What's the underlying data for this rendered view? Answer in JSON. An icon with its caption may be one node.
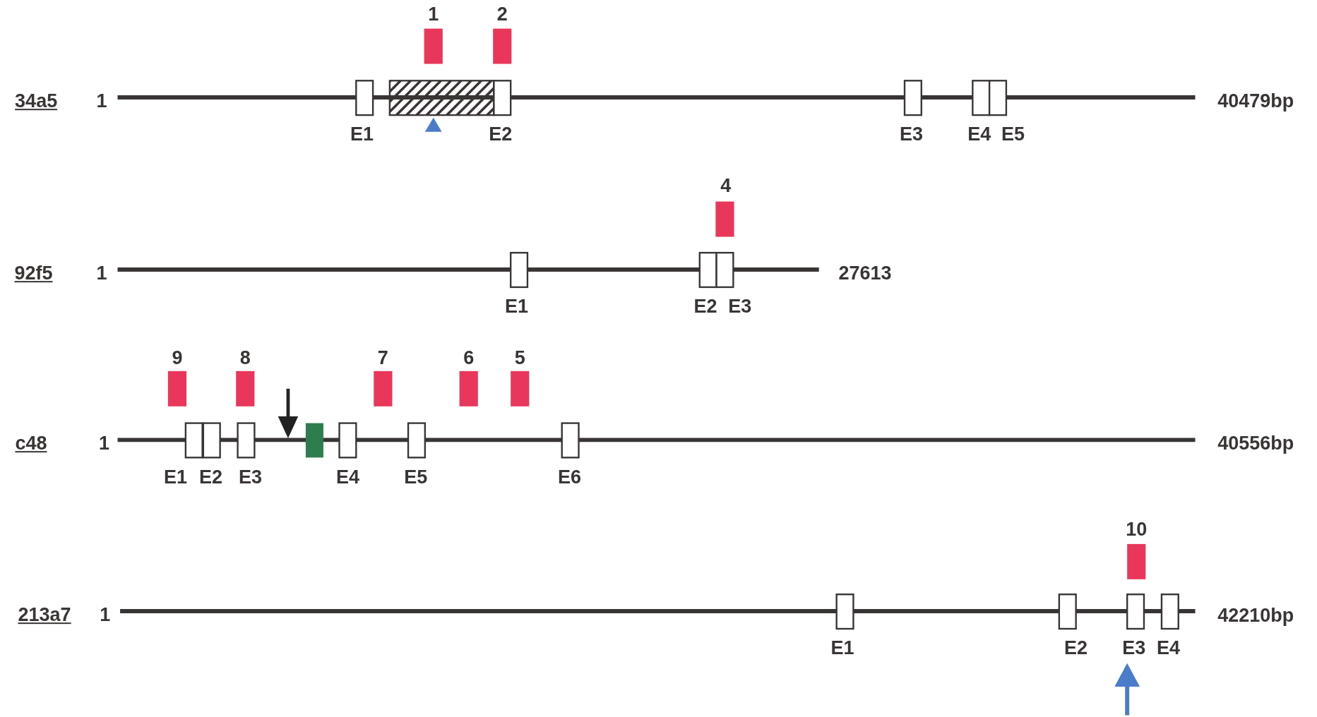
{
  "diagram": {
    "labels": [
      "1",
      "2",
      "34a5",
      "1",
      "40479bp",
      "E1",
      "E2",
      "E3",
      "E4",
      "E5",
      "4",
      "92f5",
      "1",
      "27613",
      "E1",
      "E2",
      "E3",
      "9",
      "8",
      "7",
      "6",
      "5",
      "c48",
      "1",
      "40556bp",
      "E1",
      "E2",
      "E3",
      "E4",
      "E5",
      "E6",
      "10",
      "213a7",
      "1",
      "42210bp",
      "E1",
      "E2",
      "E3",
      "E4"
    ]
  }
}
